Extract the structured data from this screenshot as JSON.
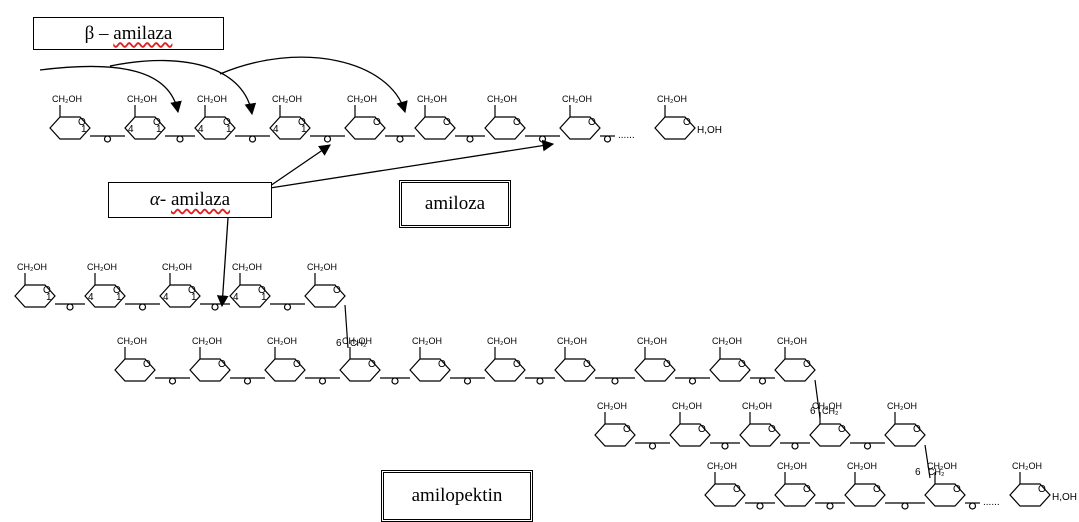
{
  "labels": {
    "beta_prefix": "β – ",
    "beta_word": "amilaza",
    "alpha_prefix": "α- ",
    "alpha_word": "amilaza",
    "amiloza": "amiloza",
    "amilopektin": "amilopektin"
  },
  "chem": {
    "ch2oh": "CH₂OH",
    "ch2": "CH₂",
    "h_oh": "H,OH",
    "o": "O",
    "c1": "1",
    "c4": "4",
    "c6": "6",
    "dots": "......"
  }
}
